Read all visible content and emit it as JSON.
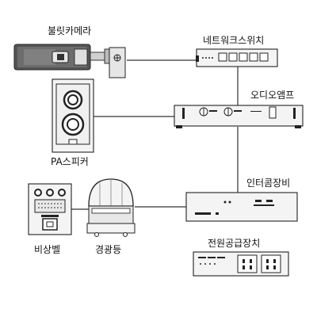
{
  "labels": {
    "bullet_camera": "불릿카메라",
    "network_switch": "네트워크스위치",
    "audio_amp": "오디오앰프",
    "pa_speaker": "PA스피커",
    "intercom": "인터콤장비",
    "emergency_bell": "비상벨",
    "warning_light": "경광등",
    "power_supply": "전원공급장치"
  }
}
